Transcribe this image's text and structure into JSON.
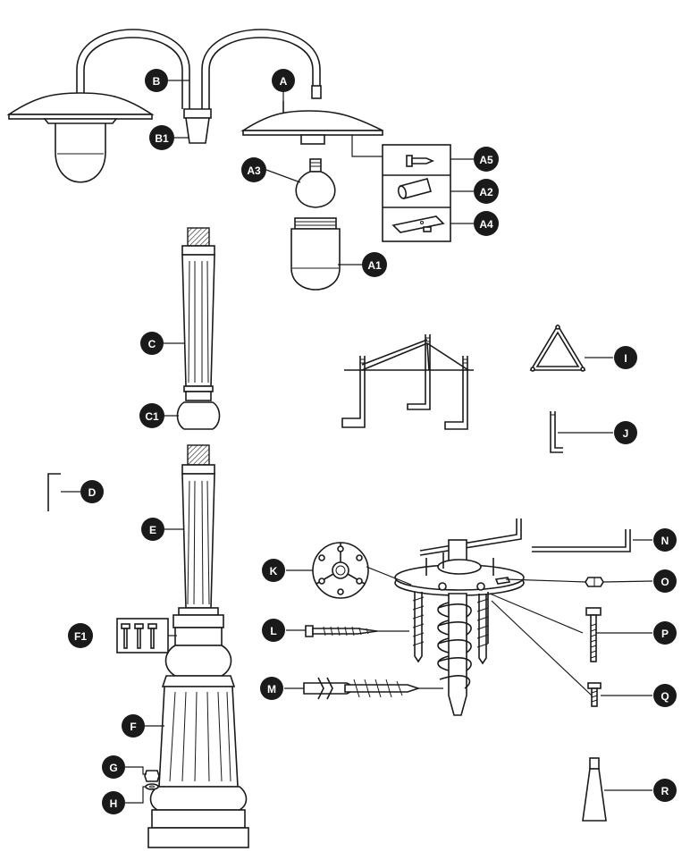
{
  "labels": {
    "A": "A",
    "A1": "A1",
    "A2": "A2",
    "A3": "A3",
    "A4": "A4",
    "A5": "A5",
    "B": "B",
    "B1": "B1",
    "C": "C",
    "C1": "C1",
    "D": "D",
    "E": "E",
    "F": "F",
    "F1": "F1",
    "G": "G",
    "H": "H",
    "I": "I",
    "J": "J",
    "K": "K",
    "L": "L",
    "M": "M",
    "N": "N",
    "O": "O",
    "P": "P",
    "Q": "Q",
    "R": "R"
  }
}
